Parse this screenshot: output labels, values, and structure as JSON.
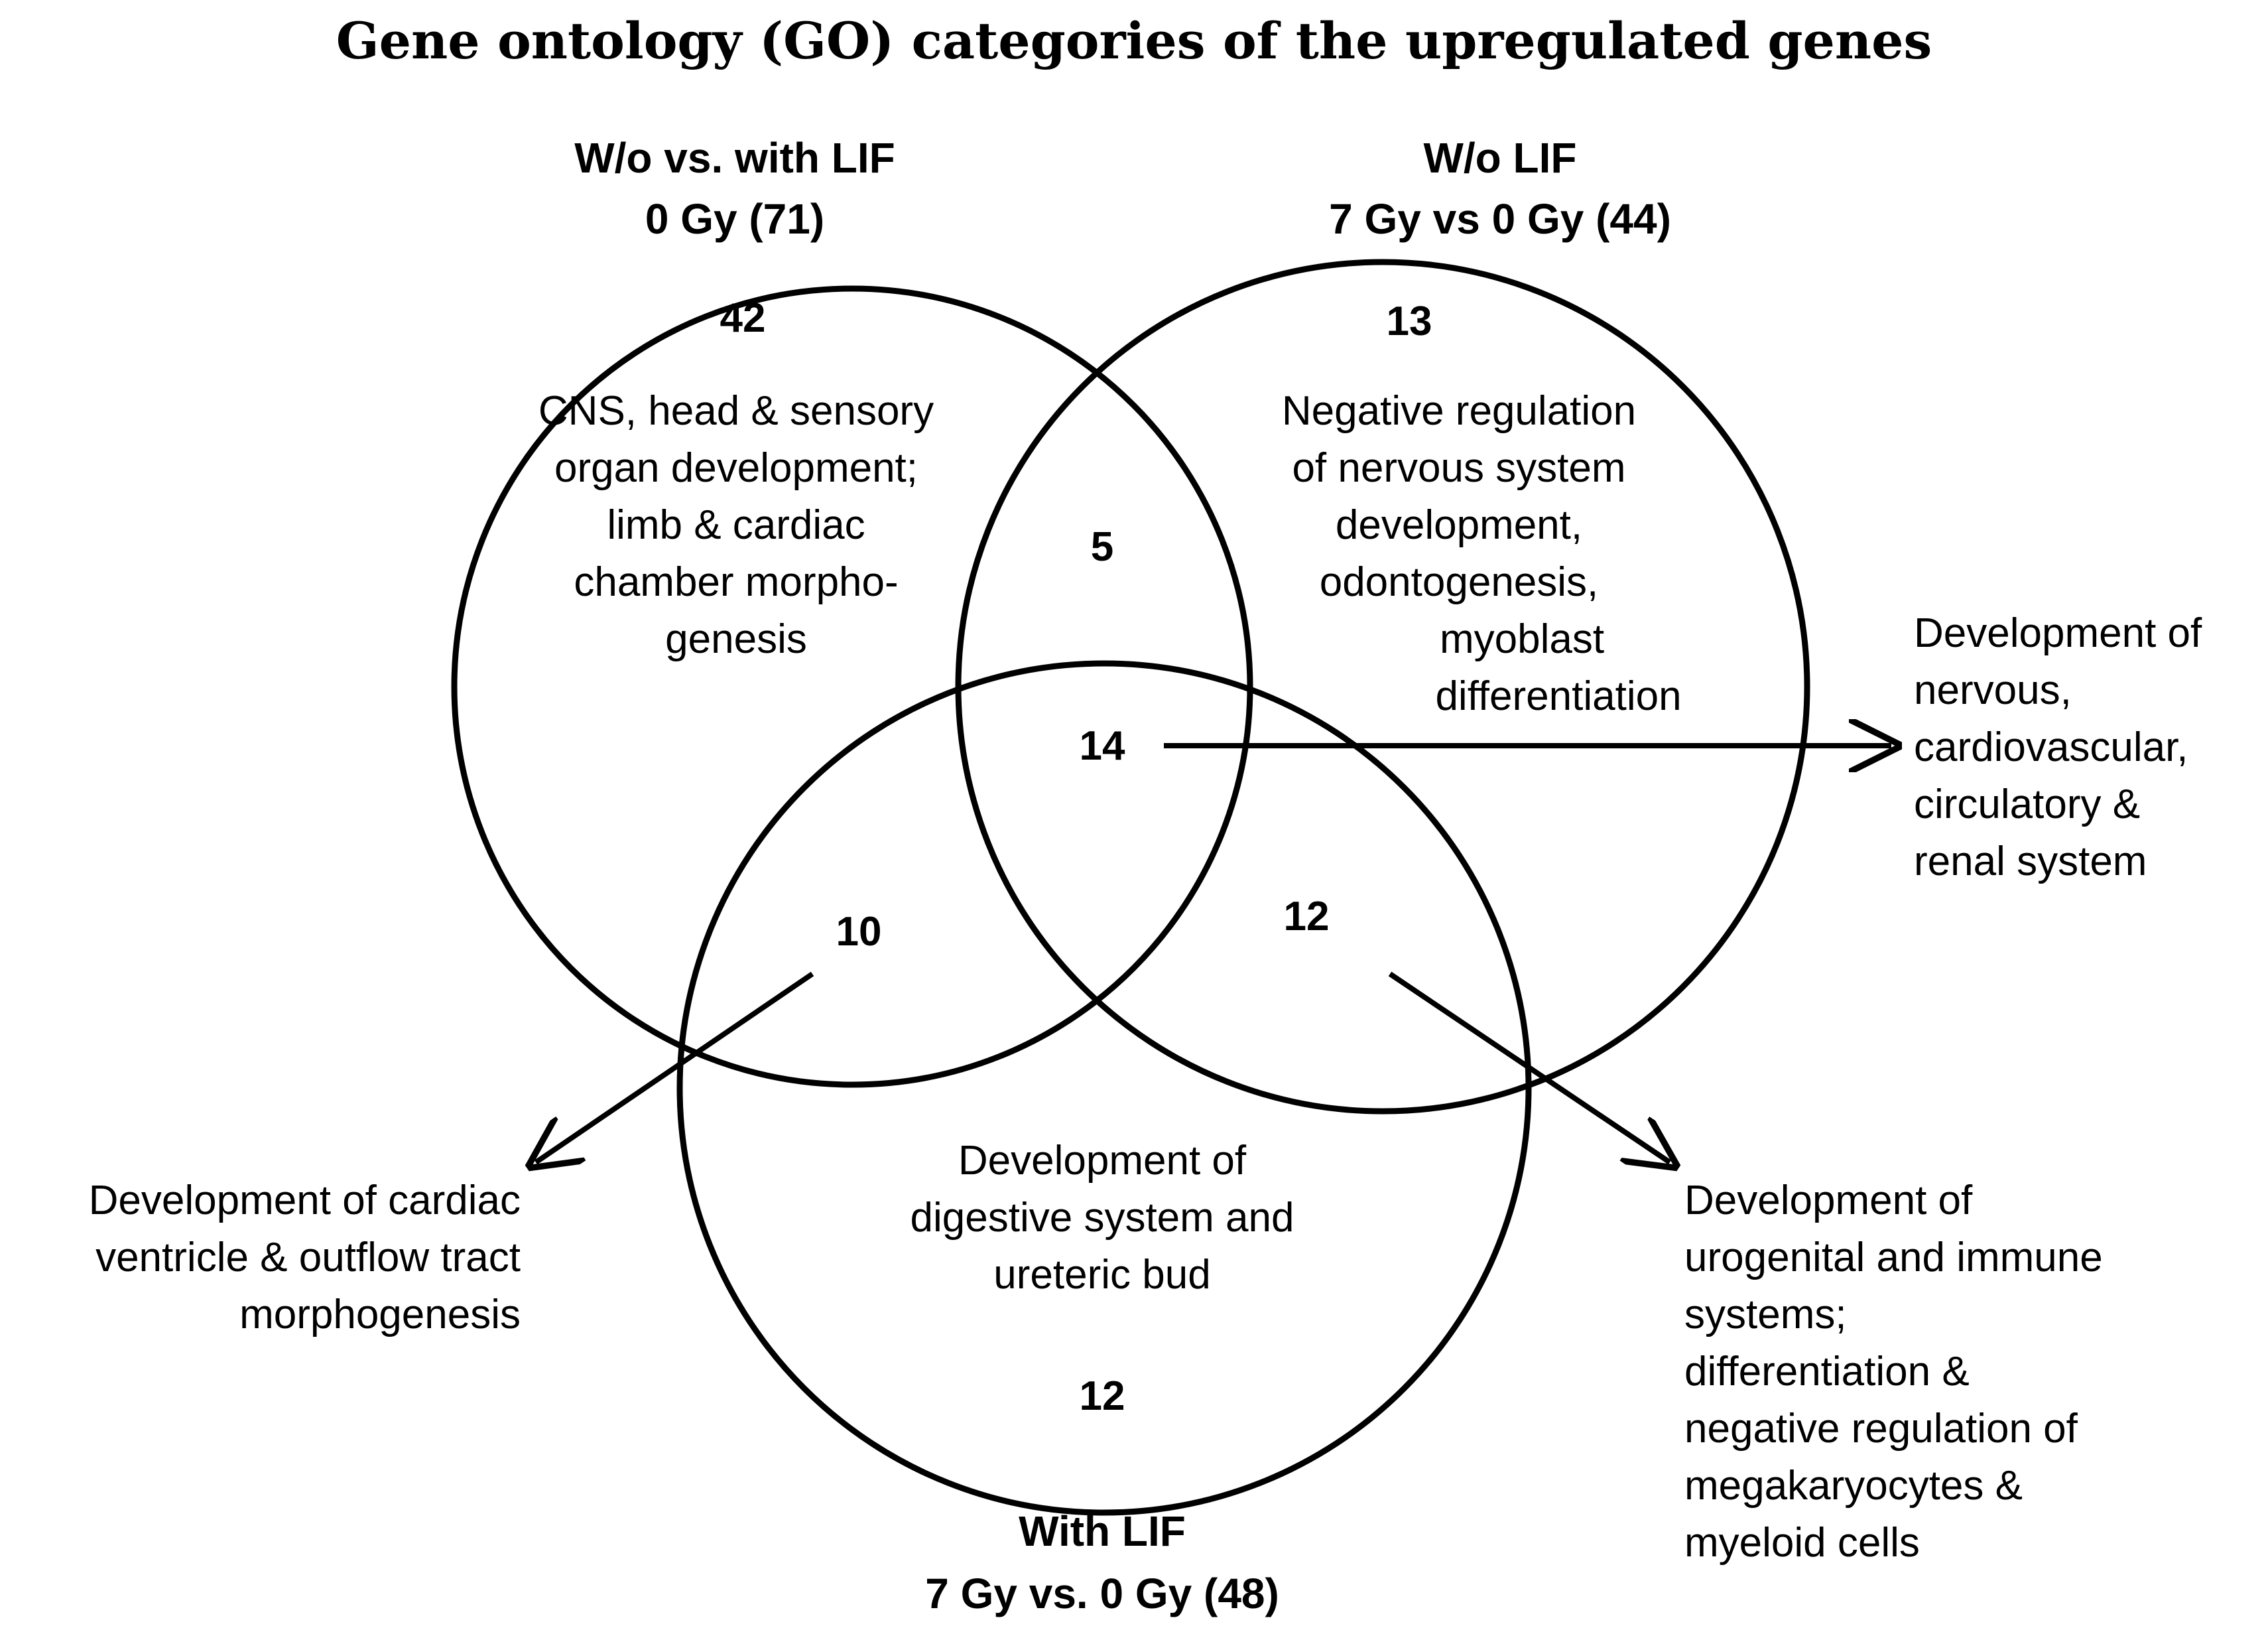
{
  "title": "Gene ontology (GO) categories of the upregulated genes",
  "sets": {
    "left": {
      "line1": "W/o vs. with  LIF",
      "line2": "0 Gy (71)"
    },
    "right": {
      "line1": "W/o LIF",
      "line2": "7 Gy vs 0 Gy (44)"
    },
    "bottom": {
      "line1": "With LIF",
      "line2": "7 Gy vs. 0 Gy (48)"
    }
  },
  "counts": {
    "left_only": "42",
    "right_only": "13",
    "bottom_only": "12",
    "left_right": "5",
    "left_bottom": "10",
    "right_bottom": "12",
    "all_three": "14"
  },
  "descriptions": {
    "left_only": [
      "CNS, head & sensory",
      "organ development;",
      "limb & cardiac",
      "chamber  morpho-",
      "genesis"
    ],
    "right_only": [
      "Negative regulation",
      "of nervous system",
      "development,",
      "odontogenesis,",
      "myoblast",
      "differentiation"
    ],
    "bottom_only": [
      "Development of",
      "digestive system and",
      "ureteric bud"
    ],
    "all_three": [
      "Development of",
      "nervous,",
      "cardiovascular,",
      "circulatory &",
      "renal system"
    ],
    "left_bottom": [
      "Development of cardiac",
      "ventricle & outflow tract",
      "morphogenesis"
    ],
    "right_bottom": [
      "Development of",
      "urogenital and immune",
      "systems;",
      "differentiation &",
      "negative regulation of",
      "megakaryocytes &",
      "myeloid cells"
    ]
  }
}
